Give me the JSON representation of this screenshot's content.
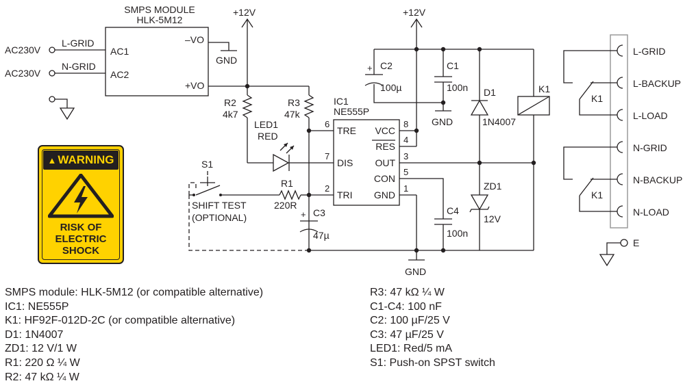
{
  "labels": {
    "smps_title": "SMPS MODULE",
    "smps_model": "HLK-5M12",
    "ac1": "AC1",
    "ac2": "AC2",
    "neg_vo": "–VO",
    "pos_vo": "+VO",
    "gnd": "GND",
    "v12": "+12V",
    "ac230v": "AC230V",
    "l_grid": "L-GRID",
    "n_grid": "N-GRID",
    "r2": "R2",
    "r2_value": "4k7",
    "r3": "R3",
    "r3_value": "47k",
    "led1": "LED1",
    "led1_color": "RED",
    "ic1": "IC1",
    "ic1_part": "NE555P",
    "pin_tre": "TRE",
    "pin_dis": "DIS",
    "pin_tri": "TRI",
    "pin_vcc": "VCC",
    "pin_res": "RES",
    "pin_out": "OUT",
    "pin_con": "CON",
    "pin_gnd": "GND",
    "pin6": "6",
    "pin7": "7",
    "pin2": "2",
    "pin8": "8",
    "pin4": "4",
    "pin3": "3",
    "pin5": "5",
    "pin1": "1",
    "s1": "S1",
    "shift_test": "SHIFT TEST",
    "optional": "(OPTIONAL)",
    "r1": "R1",
    "r1_value": "220R",
    "c3": "C3",
    "c3_value": "47µ",
    "c2": "C2",
    "c2_value": "100µ",
    "c1": "C1",
    "c1_value": "100n",
    "c4": "C4",
    "c4_value": "100n",
    "d1": "D1",
    "d1_part": "1N4007",
    "zd1": "ZD1",
    "zd1_value": "12V",
    "k1": "K1",
    "plus": "+",
    "conn_l_grid": "L-GRID",
    "conn_l_backup": "L-BACKUP",
    "conn_l_load": "L-LOAD",
    "conn_n_grid": "N-GRID",
    "conn_n_backup": "N-BACKUP",
    "conn_n_load": "N-LOAD",
    "earth": "E"
  },
  "warning": {
    "title": "WARNING",
    "line1": "RISK OF",
    "line2": "ELECTRIC",
    "line3": "SHOCK"
  },
  "parts_list": {
    "left": [
      "SMPS module: HLK-5M12 (or compatible alternative)",
      "IC1: NE555P",
      "K1: HF92F-012D-2C (or compatible alternative)",
      "D1: 1N4007",
      "ZD1: 12 V/1 W",
      "R1: 220 Ω ¼ W",
      "R2: 47 kΩ ¼ W"
    ],
    "right": [
      "R3: 47 kΩ ¼ W",
      "C1-C4: 100 nF",
      "C2: 100 µF/25 V",
      "C3: 47 µF/25 V",
      "LED1: Red/5 mA",
      "S1: Push-on SPST switch"
    ]
  },
  "colors": {
    "ink": "#231f20",
    "warning_yellow": "#ffd200",
    "connector_strip": "#9a9a9a"
  }
}
